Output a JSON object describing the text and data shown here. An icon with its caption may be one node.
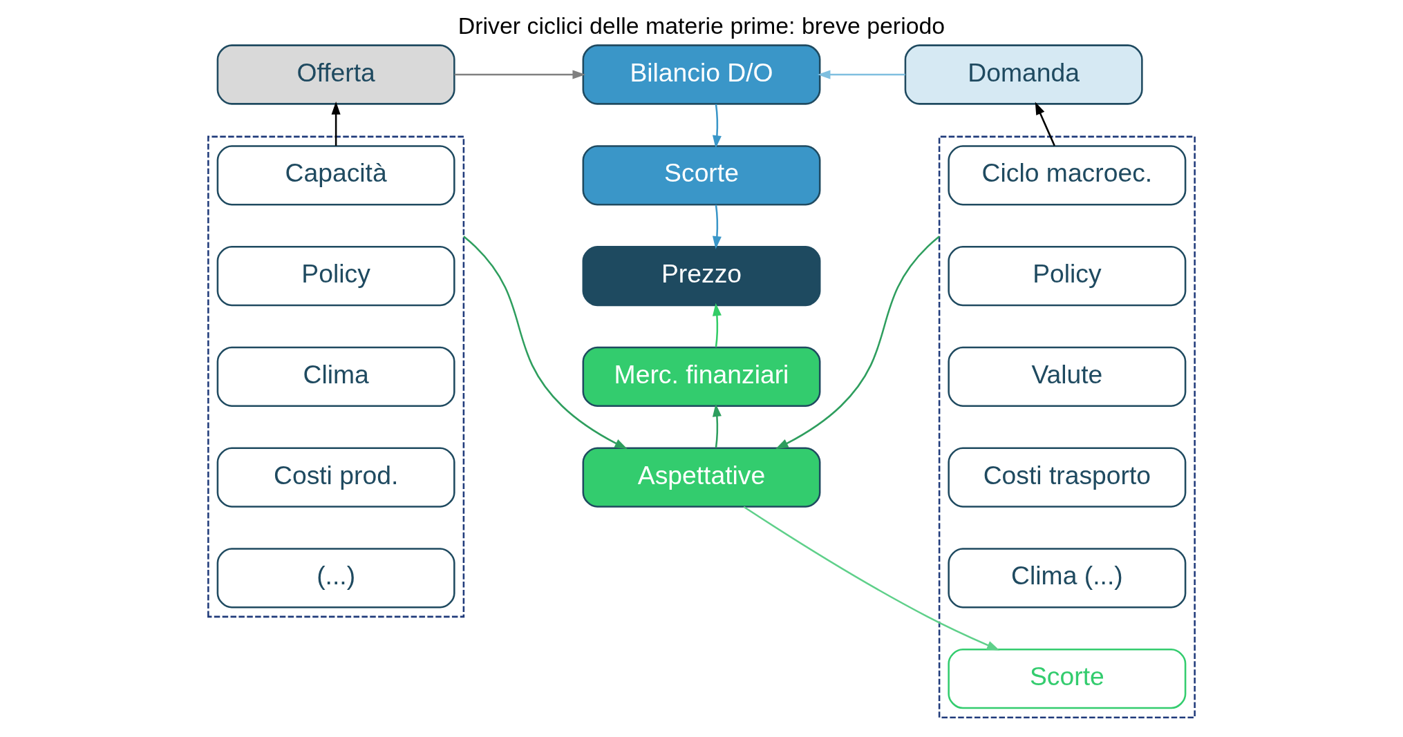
{
  "diagram": {
    "title": "Driver ciclici delle materie prime: breve periodo",
    "nodes": [
      {
        "text": [
          "Offerta"
        ]
      },
      {
        "text": [
          "Bilancio D/O"
        ]
      },
      {
        "text": [
          "Domanda"
        ]
      },
      {
        "text": [],
        "shape": "box"
      },
      {
        "text": [
          "Capacità"
        ],
        "in": 3
      },
      {
        "text": [
          "Policy"
        ],
        "in": 3
      },
      {
        "text": [
          "Clima"
        ],
        "in": 3
      },
      {
        "text": [
          "Costi prod."
        ],
        "in": 3
      },
      {
        "text": [
          "(...)"
        ],
        "in": 3
      },
      {
        "text": [
          "Scorte"
        ]
      },
      {
        "text": [
          "Prezzo"
        ]
      },
      {
        "text": [
          "Merc. finanziari"
        ]
      },
      {
        "text": [
          "Aspettative"
        ]
      },
      {
        "text": [],
        "shape": "box"
      },
      {
        "text": [
          "Ciclo macroec."
        ],
        "in": 13
      },
      {
        "text": [
          "Policy"
        ],
        "in": 13
      },
      {
        "text": [
          "Valute"
        ],
        "in": 13
      },
      {
        "text": [
          "Costi trasporto"
        ],
        "in": 13
      },
      {
        "text": [
          "Clima (...)"
        ],
        "in": 13
      },
      {
        "text": [
          "Scorte"
        ],
        "in": 13
      }
    ],
    "edges": [
      {
        "from": 0,
        "to": 1,
        "arrow": "to",
        "color": "#808080"
      },
      {
        "from": 2,
        "to": 1,
        "arrow": "to",
        "color": "#7fbfdf"
      },
      {
        "from": 3,
        "to": 0,
        "arrow": "to",
        "color": "#000000"
      },
      {
        "from": 13,
        "to": 2,
        "arrow": "to",
        "color": "#000000"
      },
      {
        "from": 1,
        "to": 9,
        "arrow": "to",
        "color": "#3a96c8"
      },
      {
        "from": 9,
        "to": 10,
        "arrow": "to",
        "color": "#3a96c8"
      },
      {
        "from": 11,
        "to": 10,
        "arrow": "to",
        "color": "#33cc66"
      },
      {
        "from": 12,
        "to": 11,
        "arrow": "to",
        "color": "#2e9e5e"
      },
      {
        "from": 3,
        "to": 12,
        "arrow": "to",
        "color": "#2e9e5e"
      },
      {
        "from": 12,
        "to": 19,
        "arrow": "to",
        "color": "#5fd08a"
      },
      {
        "from": 13,
        "to": 12,
        "arrow": "to",
        "color": "#2e9e5e"
      }
    ]
  }
}
